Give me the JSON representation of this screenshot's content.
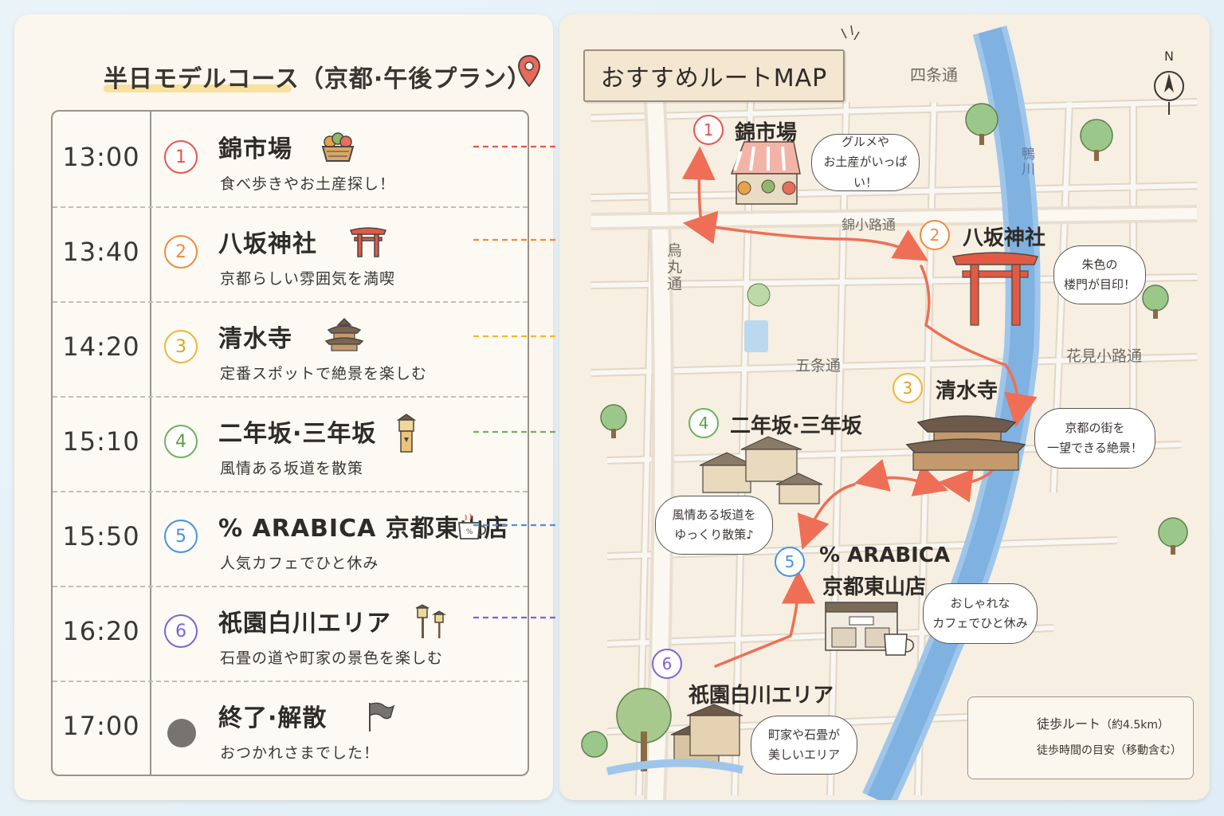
{
  "left": {
    "title": "半日モデルコース（京都·午後プラン）",
    "items": [
      {
        "time": "13:00",
        "num": "1",
        "name": "錦市場",
        "desc": "食べ歩きやお土産探し！",
        "color": "#e8544a",
        "icon": "basket-icon"
      },
      {
        "time": "13:40",
        "num": "2",
        "name": "八坂神社",
        "desc": "京都らしい雰囲気を満喫",
        "color": "#f08a3a",
        "icon": "torii-icon"
      },
      {
        "time": "14:20",
        "num": "3",
        "name": "清水寺",
        "desc": "定番スポットで絶景を楽しむ",
        "color": "#f2b535",
        "icon": "temple-icon"
      },
      {
        "time": "15:10",
        "num": "4",
        "name": "二年坂·三年坂",
        "desc": "風情ある坂道を散策",
        "color": "#6db25a",
        "icon": "lantern-icon"
      },
      {
        "time": "15:50",
        "num": "5",
        "name": "% ARABICA 京都東山店",
        "desc": "人気カフェでひと休み",
        "color": "#4a8fe0",
        "icon": "coffee-cup-icon"
      },
      {
        "time": "16:20",
        "num": "6",
        "name": "祇園白川エリア",
        "desc": "石畳の道や町家の景色を楽しむ",
        "color": "#7c63d8",
        "icon": "street-lamp-icon"
      },
      {
        "time": "17:00",
        "num": "",
        "name": "終了·解散",
        "desc": "おつかれさまでした！",
        "color": "#77736e",
        "icon": "flag-icon"
      }
    ]
  },
  "map": {
    "title": "おすすめルートMAP",
    "compass": "N",
    "streets": {
      "shijo": "四条通",
      "karasuma": "烏丸通",
      "nishikikoji": "錦小路通",
      "gojo": "五条通",
      "hanamikoji": "花見小路通",
      "kamogawa": "鴨川"
    },
    "spots": [
      {
        "num": "1",
        "name": "錦市場",
        "bubble": [
          "グルメや",
          "お土産がいっぱい！"
        ]
      },
      {
        "num": "2",
        "name": "八坂神社",
        "bubble": [
          "朱色の",
          "楼門が目印！"
        ]
      },
      {
        "num": "3",
        "name": "清水寺",
        "bubble": [
          "京都の街を",
          "一望できる絶景！"
        ]
      },
      {
        "num": "4",
        "name": "二年坂·三年坂",
        "bubble": [
          "風情ある坂道を",
          "ゆっくり散策♪"
        ]
      },
      {
        "num": "5",
        "name": "% ARABICA",
        "name2": "京都東山店",
        "bubble": [
          "おしゃれな",
          "カフェでひと休み"
        ]
      },
      {
        "num": "6",
        "name": "祇園白川エリア",
        "bubble": [
          "町家や石畳が",
          "美しいエリア"
        ]
      }
    ],
    "legend": {
      "route": "徒歩ルート",
      "route_note": "（約4.5km）",
      "time": "徒歩時間の目安",
      "time_note": "（移動含む）"
    },
    "cafe_sign": "%"
  },
  "colors": {
    "route": "#ee6f55",
    "river": "#7fb2e0",
    "road": "#f3ede3",
    "background": "#f6efe2"
  }
}
